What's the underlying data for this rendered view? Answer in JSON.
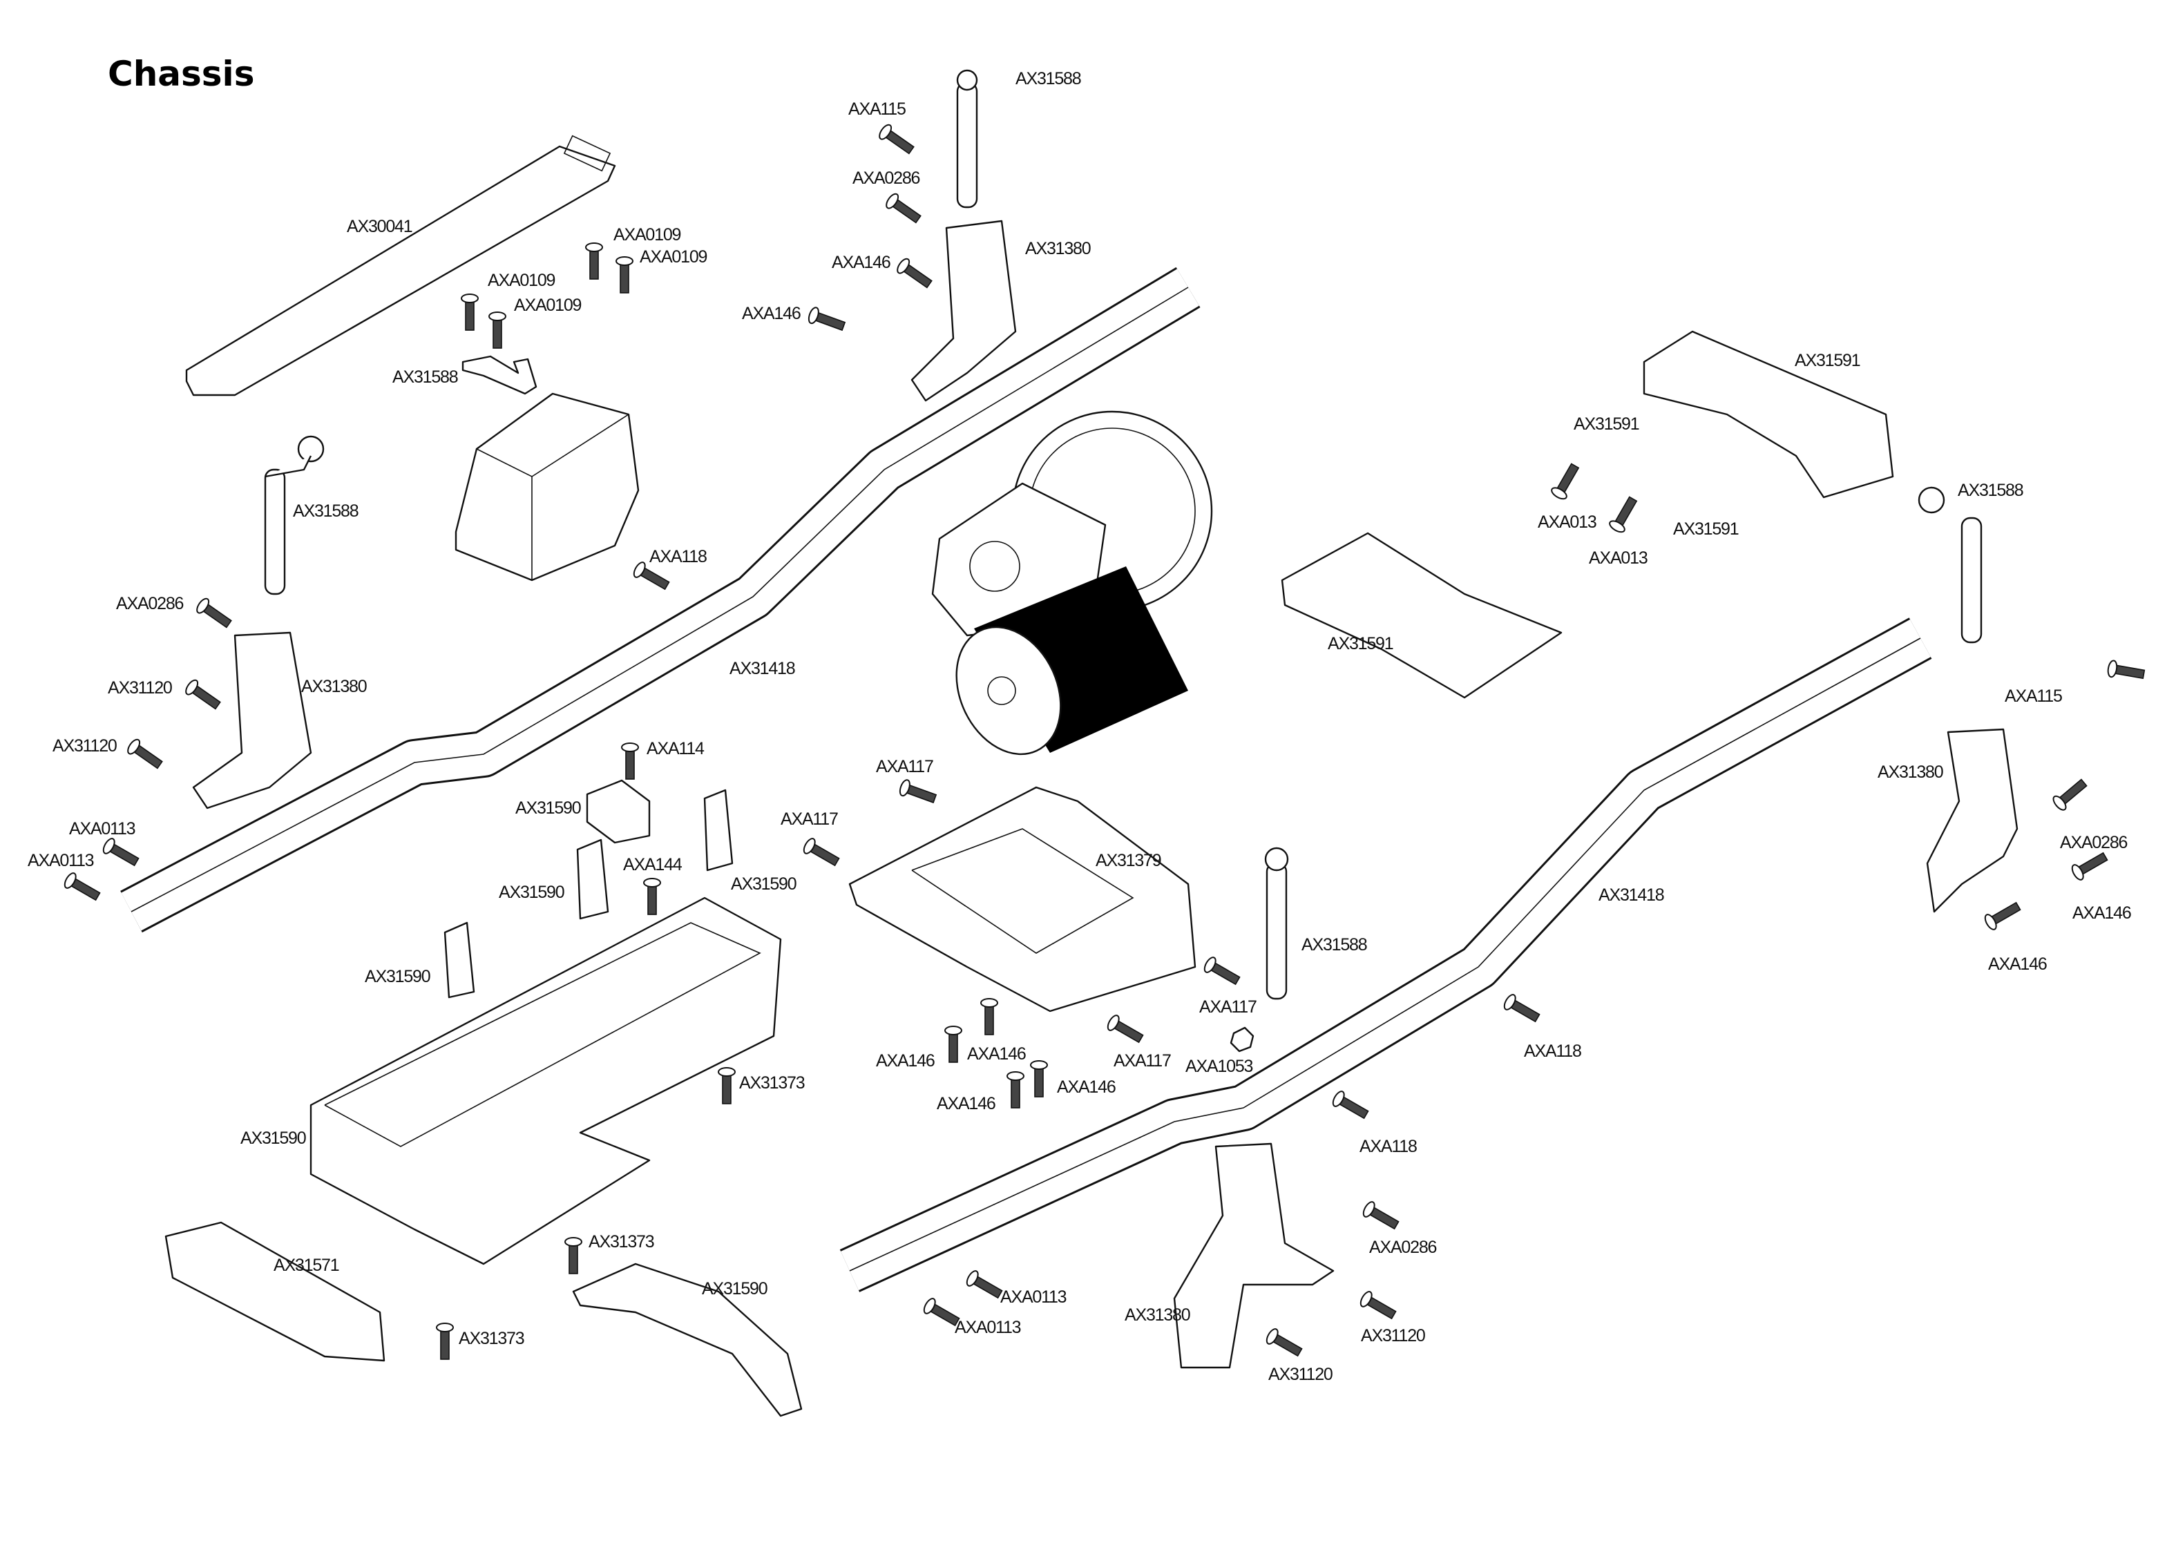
{
  "title": "Chassis",
  "colors": {
    "line": "#111111",
    "background": "#ffffff",
    "motor_can": "#000000"
  },
  "labels": [
    "AX30041",
    "AXA0109",
    "AXA0109",
    "AXA0109",
    "AXA0109",
    "AX31588",
    "AX31588",
    "AXA115",
    "AXA0286",
    "AX31380",
    "AXA146",
    "AXA146",
    "AX31588",
    "AXA118",
    "AXA0286",
    "AX31380",
    "AX31120",
    "AX31418",
    "AX31120",
    "AXA114",
    "AXA117",
    "AX31590",
    "AXA117",
    "AXA0113",
    "AXA0113",
    "AXA144",
    "AX31590",
    "AX31590",
    "AX31379",
    "AX31588",
    "AX31418",
    "AX31590",
    "AXA117",
    "AXA146",
    "AXA146",
    "AXA117",
    "AXA1053",
    "AXA118",
    "AX31373",
    "AXA146",
    "AXA146",
    "AXA118",
    "AX31590",
    "AXA0286",
    "AX31571",
    "AX31373",
    "AX31590",
    "AXA0113",
    "AX31380",
    "AXA0113",
    "AX31120",
    "AX31373",
    "AX31120",
    "AX31591",
    "AX31591",
    "AX31588",
    "AXA013",
    "AX31591",
    "AXA013",
    "AX31591",
    "AXA115",
    "AX31380",
    "AXA0286",
    "AXA146",
    "AXA146"
  ]
}
